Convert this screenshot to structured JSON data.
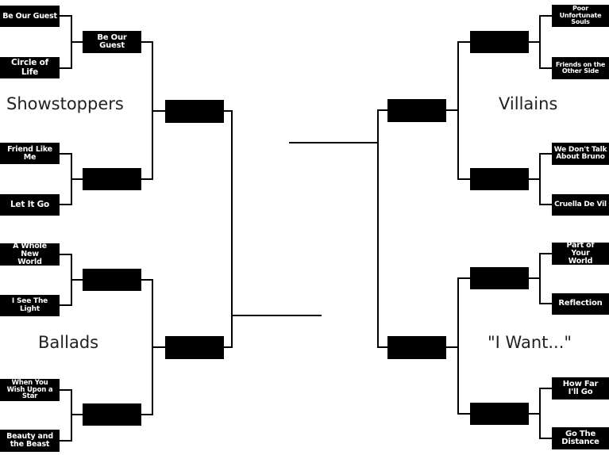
{
  "regions": {
    "showstoppers": "Showstoppers",
    "villains": "Villains",
    "ballads": "Ballads",
    "i_want": "\"I Want...\""
  },
  "left": {
    "showstoppers": {
      "seeds": [
        "Be Our Guest",
        "Circle of Life",
        "Friend Like Me",
        "Let It Go"
      ],
      "round2": [
        "Be Our Guest",
        ""
      ],
      "round3": ""
    },
    "ballads": {
      "seeds": [
        "A Whole New World",
        "I See The Light",
        "When You Wish Upon a Star",
        "Beauty and the Beast"
      ],
      "round2": [
        "",
        ""
      ],
      "round3": ""
    }
  },
  "right": {
    "villains": {
      "seeds": [
        "Poor Unfortunate Souls",
        "Friends on the Other Side",
        "We Don't Talk About Bruno",
        "Cruella De Vil"
      ],
      "round2": [
        "",
        ""
      ],
      "round3": ""
    },
    "i_want": {
      "seeds": [
        "Part of Your World",
        "Reflection",
        "How Far I'll Go",
        "Go The Distance"
      ],
      "round2": [
        "",
        ""
      ],
      "round3": ""
    }
  },
  "colors": {
    "slot": "#000000",
    "slot_text": "#ffffff",
    "line": "#000000",
    "region_text": "#222222"
  }
}
